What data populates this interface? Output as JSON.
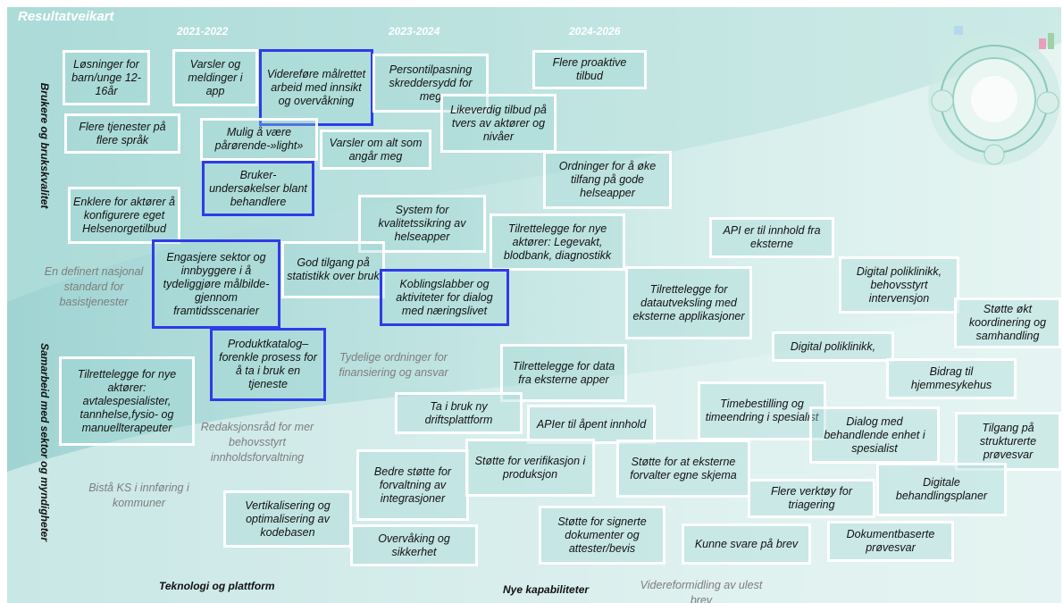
{
  "title": "Resultatveikart",
  "periods": [
    "2021-2022",
    "2023-2024",
    "2024-2026"
  ],
  "row_labels": {
    "top": "Brukere og brukskvalitet",
    "bottom": "Samarbeid med sektor og myndigheter"
  },
  "column_labels": {
    "left": "Teknologi og plattform",
    "right": "Nye kapabiliteter"
  },
  "highlight_color": "#2e3be8",
  "items": {
    "b1": "Løsninger for barn/unge 12-16år",
    "b2": "Varsler og meldinger i app",
    "b3": "Videreføre målrettet arbeid med innsikt og overvåkning",
    "b4": "Persontilpasning skreddersydd for meg",
    "b5": "Flere proaktive tilbud",
    "b6": "Flere tjenester på flere språk",
    "b7": "Mulig å være pårørende-»light»",
    "b8": "Varsler om alt som angår meg",
    "b9": "Likeverdig tilbud på tvers av aktører og nivåer",
    "b10": "Ordninger for å øke tilfang på gode helseapper",
    "b11": "Bruker-undersøkelser blant behandlere",
    "b12": "Enklere for aktører å konfigurere eget Helsenorgetilbud",
    "b13": "System for kvalitetssikring av helseapper",
    "b14": "Tilrettelegge for nye aktører: Legevakt, blodbank, diagnostikk",
    "b15": "API er til innhold fra eksterne",
    "b16": "Engasjere sektor og innbyggere i å tydeliggjøre målbilde- gjennom framtidsscenarier",
    "b17": "God tilgang på statistikk over bruk",
    "b18": "Koblingslabber og aktiviteter for dialog med næringslivet",
    "b19": "Digital poliklinikk, behovsstyrt intervensjon",
    "b20": "Tilrettelegge for datautveksling med eksterne applikasjoner",
    "b21": "Støtte økt koordinering og samhandling",
    "b22": "Produktkatalog– forenkle prosess for å ta i bruk en tjeneste",
    "b23": "Digital poliklinikk,",
    "b24": "Tilrettelegge for nye aktører: avtalespesialister, tannhelse,fysio- og manuellterapeuter",
    "b25": "Tilrettelegge for data fra eksterne apper",
    "b26": "Bidrag til hjemmesykehus",
    "b27": "Timebestilling og timeendring i spesialist",
    "b28": "Ta i bruk ny driftsplattform",
    "b29": "APIer til åpent innhold",
    "b30": "Dialog med behandlende enhet i spesialist",
    "b31": "Tilgang på strukturerte prøvesvar",
    "b32": "Bedre støtte for forvaltning av integrasjoner",
    "b33": "Støtte for verifikasjon i produksjon",
    "b34": "Støtte for at eksterne forvalter egne skjema",
    "b35": "Digitale behandlingsplaner",
    "b36": "Flere verktøy for triagering",
    "b37": "Vertikalisering og optimalisering av kodebasen",
    "b38": "Støtte for signerte dokumenter og attester/bevis",
    "b39": "Kunne svare på brev",
    "b40": "Dokumentbaserte prøvesvar",
    "b41": "Overvåking og sikkerhet"
  },
  "notes": {
    "n1": "En definert nasjonal standard for basistjenester",
    "n2": "Tydelige ordninger for finansiering og ansvar",
    "n3": "Redaksjonsråd for mer behovsstyrt innholdsforvaltning",
    "n4": "Bistå KS i innføring i kommuner",
    "n5": "Videreformidling av ulest brev"
  }
}
